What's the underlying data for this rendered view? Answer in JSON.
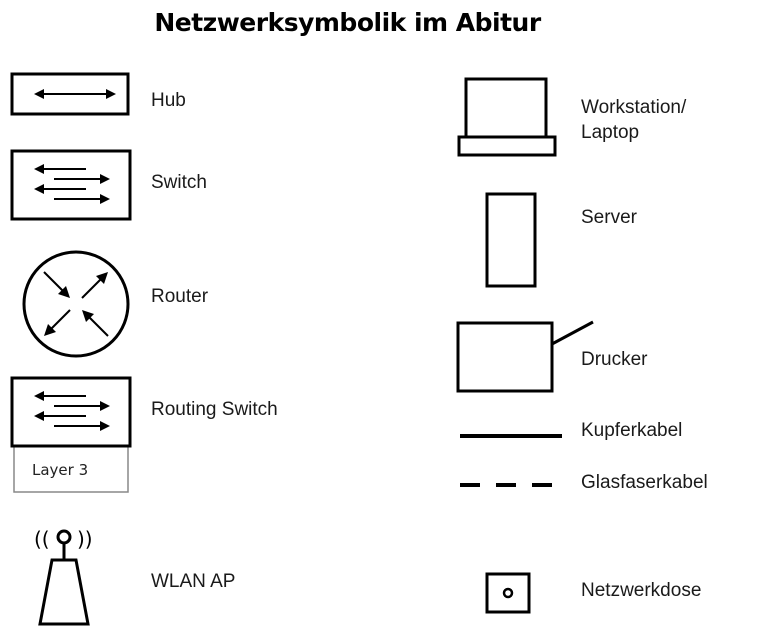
{
  "title": "Netzwerksymbolik im Abitur",
  "symbols": {
    "hub": "Hub",
    "switch": "Switch",
    "router": "Router",
    "routing_switch": "Routing Switch",
    "routing_switch_layer": "Layer 3",
    "wlan_ap": "WLAN AP",
    "workstation_line1": "Workstation/",
    "workstation_line2": "Laptop",
    "server": "Server",
    "drucker": "Drucker",
    "kupferkabel": "Kupferkabel",
    "glasfaserkabel": "Glasfaserkabel",
    "netzwerkdose": "Netzwerkdose",
    "wlan_signal": "(( ))"
  },
  "colors": {
    "stroke": "#000000",
    "text": "#1a1a1a",
    "layer_box_border": "#888888"
  }
}
